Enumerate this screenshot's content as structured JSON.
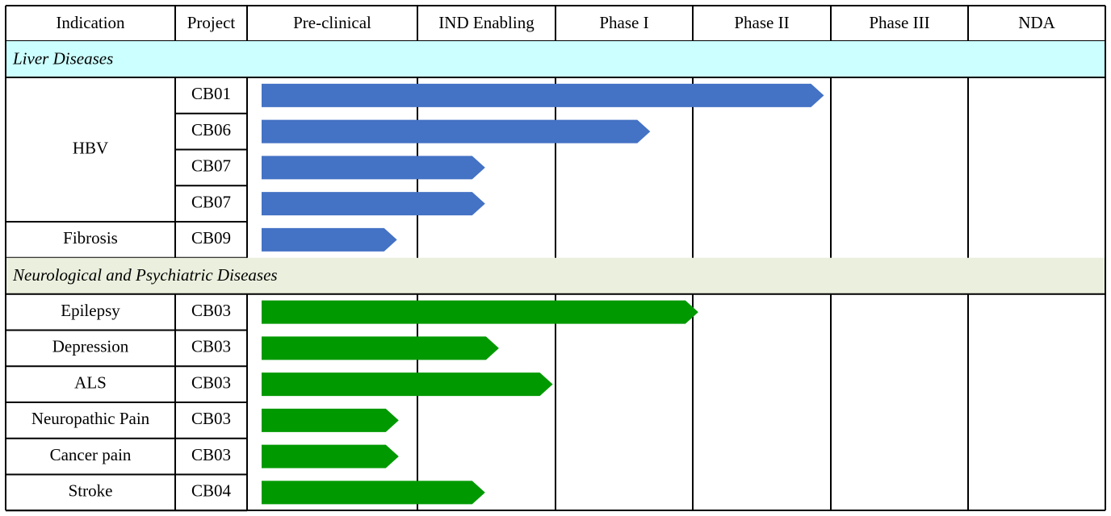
{
  "chart_data": {
    "type": "bar",
    "stages": [
      "Pre-clinical",
      "IND Enabling",
      "Phase I",
      "Phase II",
      "Phase III",
      "NDA"
    ],
    "headers": {
      "indication": "Indication",
      "project": "Project"
    },
    "sections": [
      {
        "title": "Liver Diseases",
        "color": "#CCFFFF",
        "bar_color": "#4472C4",
        "groups": [
          {
            "indication": "HBV",
            "rows": [
              {
                "project": "CB01",
                "progress": 3.95
              },
              {
                "project": "CB06",
                "progress": 2.69
              },
              {
                "project": "CB07",
                "progress": 1.49
              },
              {
                "project": "CB07",
                "progress": 1.49
              }
            ]
          },
          {
            "indication": "Fibrosis",
            "rows": [
              {
                "project": "CB09",
                "progress": 0.88
              }
            ]
          }
        ]
      },
      {
        "title": "Neurological and Psychiatric Diseases",
        "color": "#EBF0DE",
        "bar_color": "#009900",
        "groups": [
          {
            "indication": "Epilepsy",
            "rows": [
              {
                "project": "CB03",
                "progress": 3.04
              }
            ]
          },
          {
            "indication": "Depression",
            "rows": [
              {
                "project": "CB03",
                "progress": 1.59
              }
            ]
          },
          {
            "indication": "ALS",
            "rows": [
              {
                "project": "CB03",
                "progress": 1.98
              }
            ]
          },
          {
            "indication": "Neuropathic Pain",
            "rows": [
              {
                "project": "CB03",
                "progress": 0.89
              }
            ]
          },
          {
            "indication": "Cancer pain",
            "rows": [
              {
                "project": "CB03",
                "progress": 0.89
              }
            ]
          },
          {
            "indication": "Stroke",
            "rows": [
              {
                "project": "CB04",
                "progress": 1.49
              }
            ]
          }
        ]
      }
    ]
  }
}
